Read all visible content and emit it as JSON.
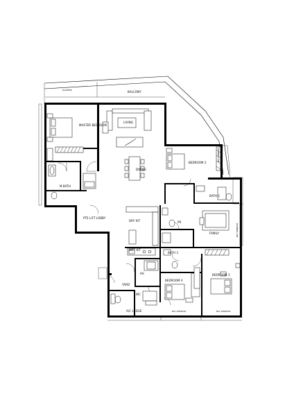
{
  "rooms": {
    "planter": "PLANTER",
    "balcony": "BALCONY",
    "master_bedroom": "MASTER BEDROOM",
    "living": "LIVING",
    "dining": "DINING",
    "bedroom2": "BEDROOM 2",
    "mbath": "M.BATH",
    "bath2": "BATH 2",
    "pte_lift_lobby": "PTE LIFT LOBBY",
    "dry_kit": "DRY KIT",
    "pr": "PR",
    "family": "FAMILY",
    "wet_kit": "WET KIT",
    "bath3": "BATH 3",
    "hs": "HS",
    "bedroom4": "BEDROOM 4",
    "bedroom3": "BEDROOM 3",
    "yard": "YARD",
    "wc": "WC",
    "ac_ledge": "A/C LEDGE",
    "bay_window_1": "BAY WINDOW",
    "bay_window_2": "BAY WINDOW",
    "bay_window_3": "BAY WINDOW",
    "bay_window_4": "BAY WINDOW"
  }
}
